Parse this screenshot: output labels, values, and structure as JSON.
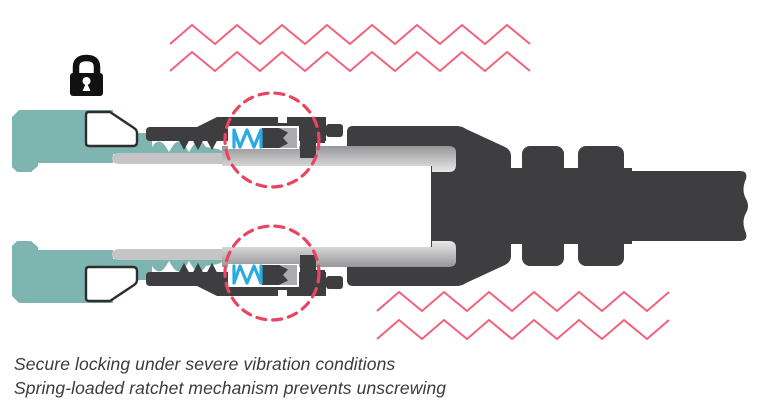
{
  "figure": {
    "type": "technical-diagram",
    "subject": "Circular connector cross-section with spring-loaded anti-vibration ratchet locking",
    "caption": {
      "line1": "Secure locking under severe vibration conditions",
      "line2": "Spring-loaded ratchet mechanism prevents unscrewing"
    },
    "icons": {
      "lock": "padlock-icon",
      "vibration": "zigzag-wave-lines",
      "highlight": "dashed-circle",
      "spring": "compressed-spring",
      "keyway": "keyway-outline"
    },
    "colors": {
      "receptacle_teal": "#7fb5b1",
      "connector_dark": "#3e3e41",
      "metal_gradient_dark": "#97979a",
      "metal_gradient_light": "#e8e8e8",
      "inner_contact_gray": "#c5c5c7",
      "spring_blue": "#2aaae2",
      "highlight_red": "#e94560",
      "vibration_pink": "#f3607a",
      "caption_text": "#3b3b3d",
      "lock_black": "#111111"
    }
  }
}
